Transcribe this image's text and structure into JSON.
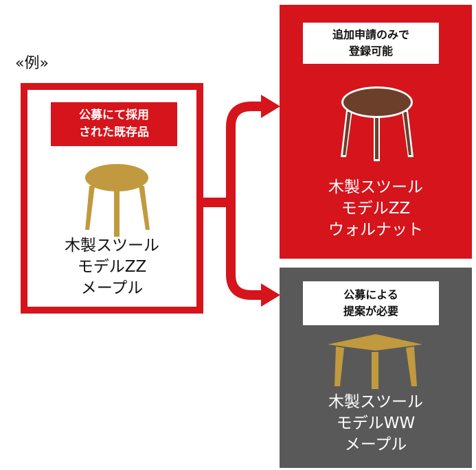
{
  "example_label": "«例»",
  "existing_item": {
    "banner": "公募にて採用\nされた既存品",
    "name": "木製スツール\nモデルZZ\nメープル"
  },
  "variant_addition": {
    "banner": "追加申請のみで\n登録可能",
    "name": "木製スツール\nモデルZZ\nウォルナット"
  },
  "variant_new": {
    "banner": "公募による\n提案が必要",
    "name": "木製スツール\nモデルWW\nメープル"
  },
  "colors": {
    "red": "#d5141b",
    "gray": "#595959",
    "maple": "#c19a3f",
    "walnut": "#6b3f2a"
  }
}
